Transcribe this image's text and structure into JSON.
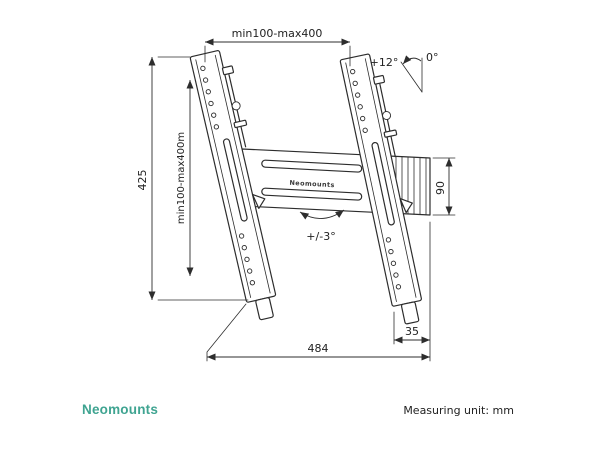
{
  "diagram": {
    "plate_label": "Neomounts",
    "dims": {
      "vesa_width": "min100-max400",
      "total_height": "425",
      "vesa_height": "min100-max400m",
      "plate_height": "90",
      "wall_offset": "35",
      "total_width": "484",
      "tilt_max": "+12°",
      "tilt_neutral": "0°",
      "tilt_tolerance": "+/-3°"
    }
  },
  "footer": {
    "brand": "Neomounts",
    "unit_note": "Measuring unit: mm"
  },
  "colors": {
    "brand": "#3fa491",
    "line": "#2d2d2d"
  }
}
